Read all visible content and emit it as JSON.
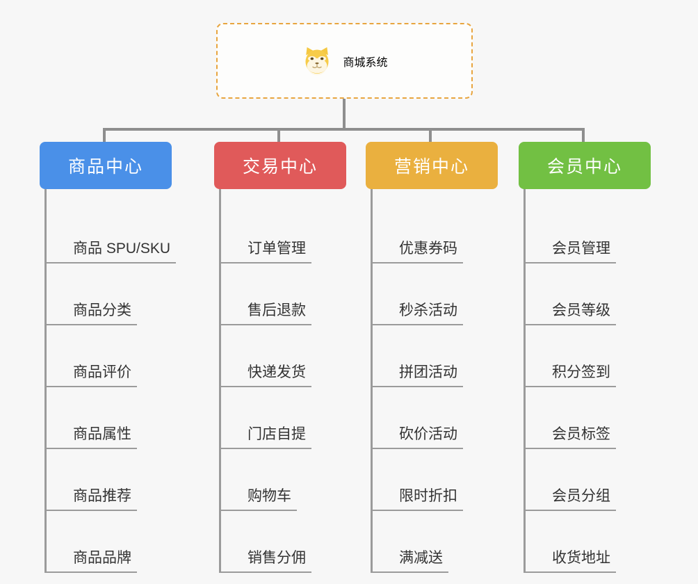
{
  "page": {
    "background_color": "#f7f7f7",
    "type": "mindmap"
  },
  "root": {
    "title": "商城系统",
    "icon": "dog-face-icon",
    "border_color": "#e8a53f",
    "text_color": "#f0b23c",
    "background_color": "#fdfdfc"
  },
  "connector": {
    "color": "#8e8e8e"
  },
  "leaf": {
    "text_color": "#333333",
    "line_color": "#9b9b9b"
  },
  "columns": [
    {
      "label": "商品中心",
      "color": "#4a90e8",
      "items": [
        "商品 SPU/SKU",
        "商品分类",
        "商品评价",
        "商品属性",
        "商品推荐",
        "商品品牌"
      ]
    },
    {
      "label": "交易中心",
      "color": "#e05a5a",
      "items": [
        "订单管理",
        "售后退款",
        "快递发货",
        "门店自提",
        "购物车",
        "销售分佣"
      ]
    },
    {
      "label": "营销中心",
      "color": "#eab03f",
      "items": [
        "优惠券码",
        "秒杀活动",
        "拼团活动",
        "砍价活动",
        "限时折扣",
        "满减送"
      ]
    },
    {
      "label": "会员中心",
      "color": "#72c043",
      "items": [
        "会员管理",
        "会员等级",
        "积分签到",
        "会员标签",
        "会员分组",
        "收货地址"
      ]
    }
  ]
}
